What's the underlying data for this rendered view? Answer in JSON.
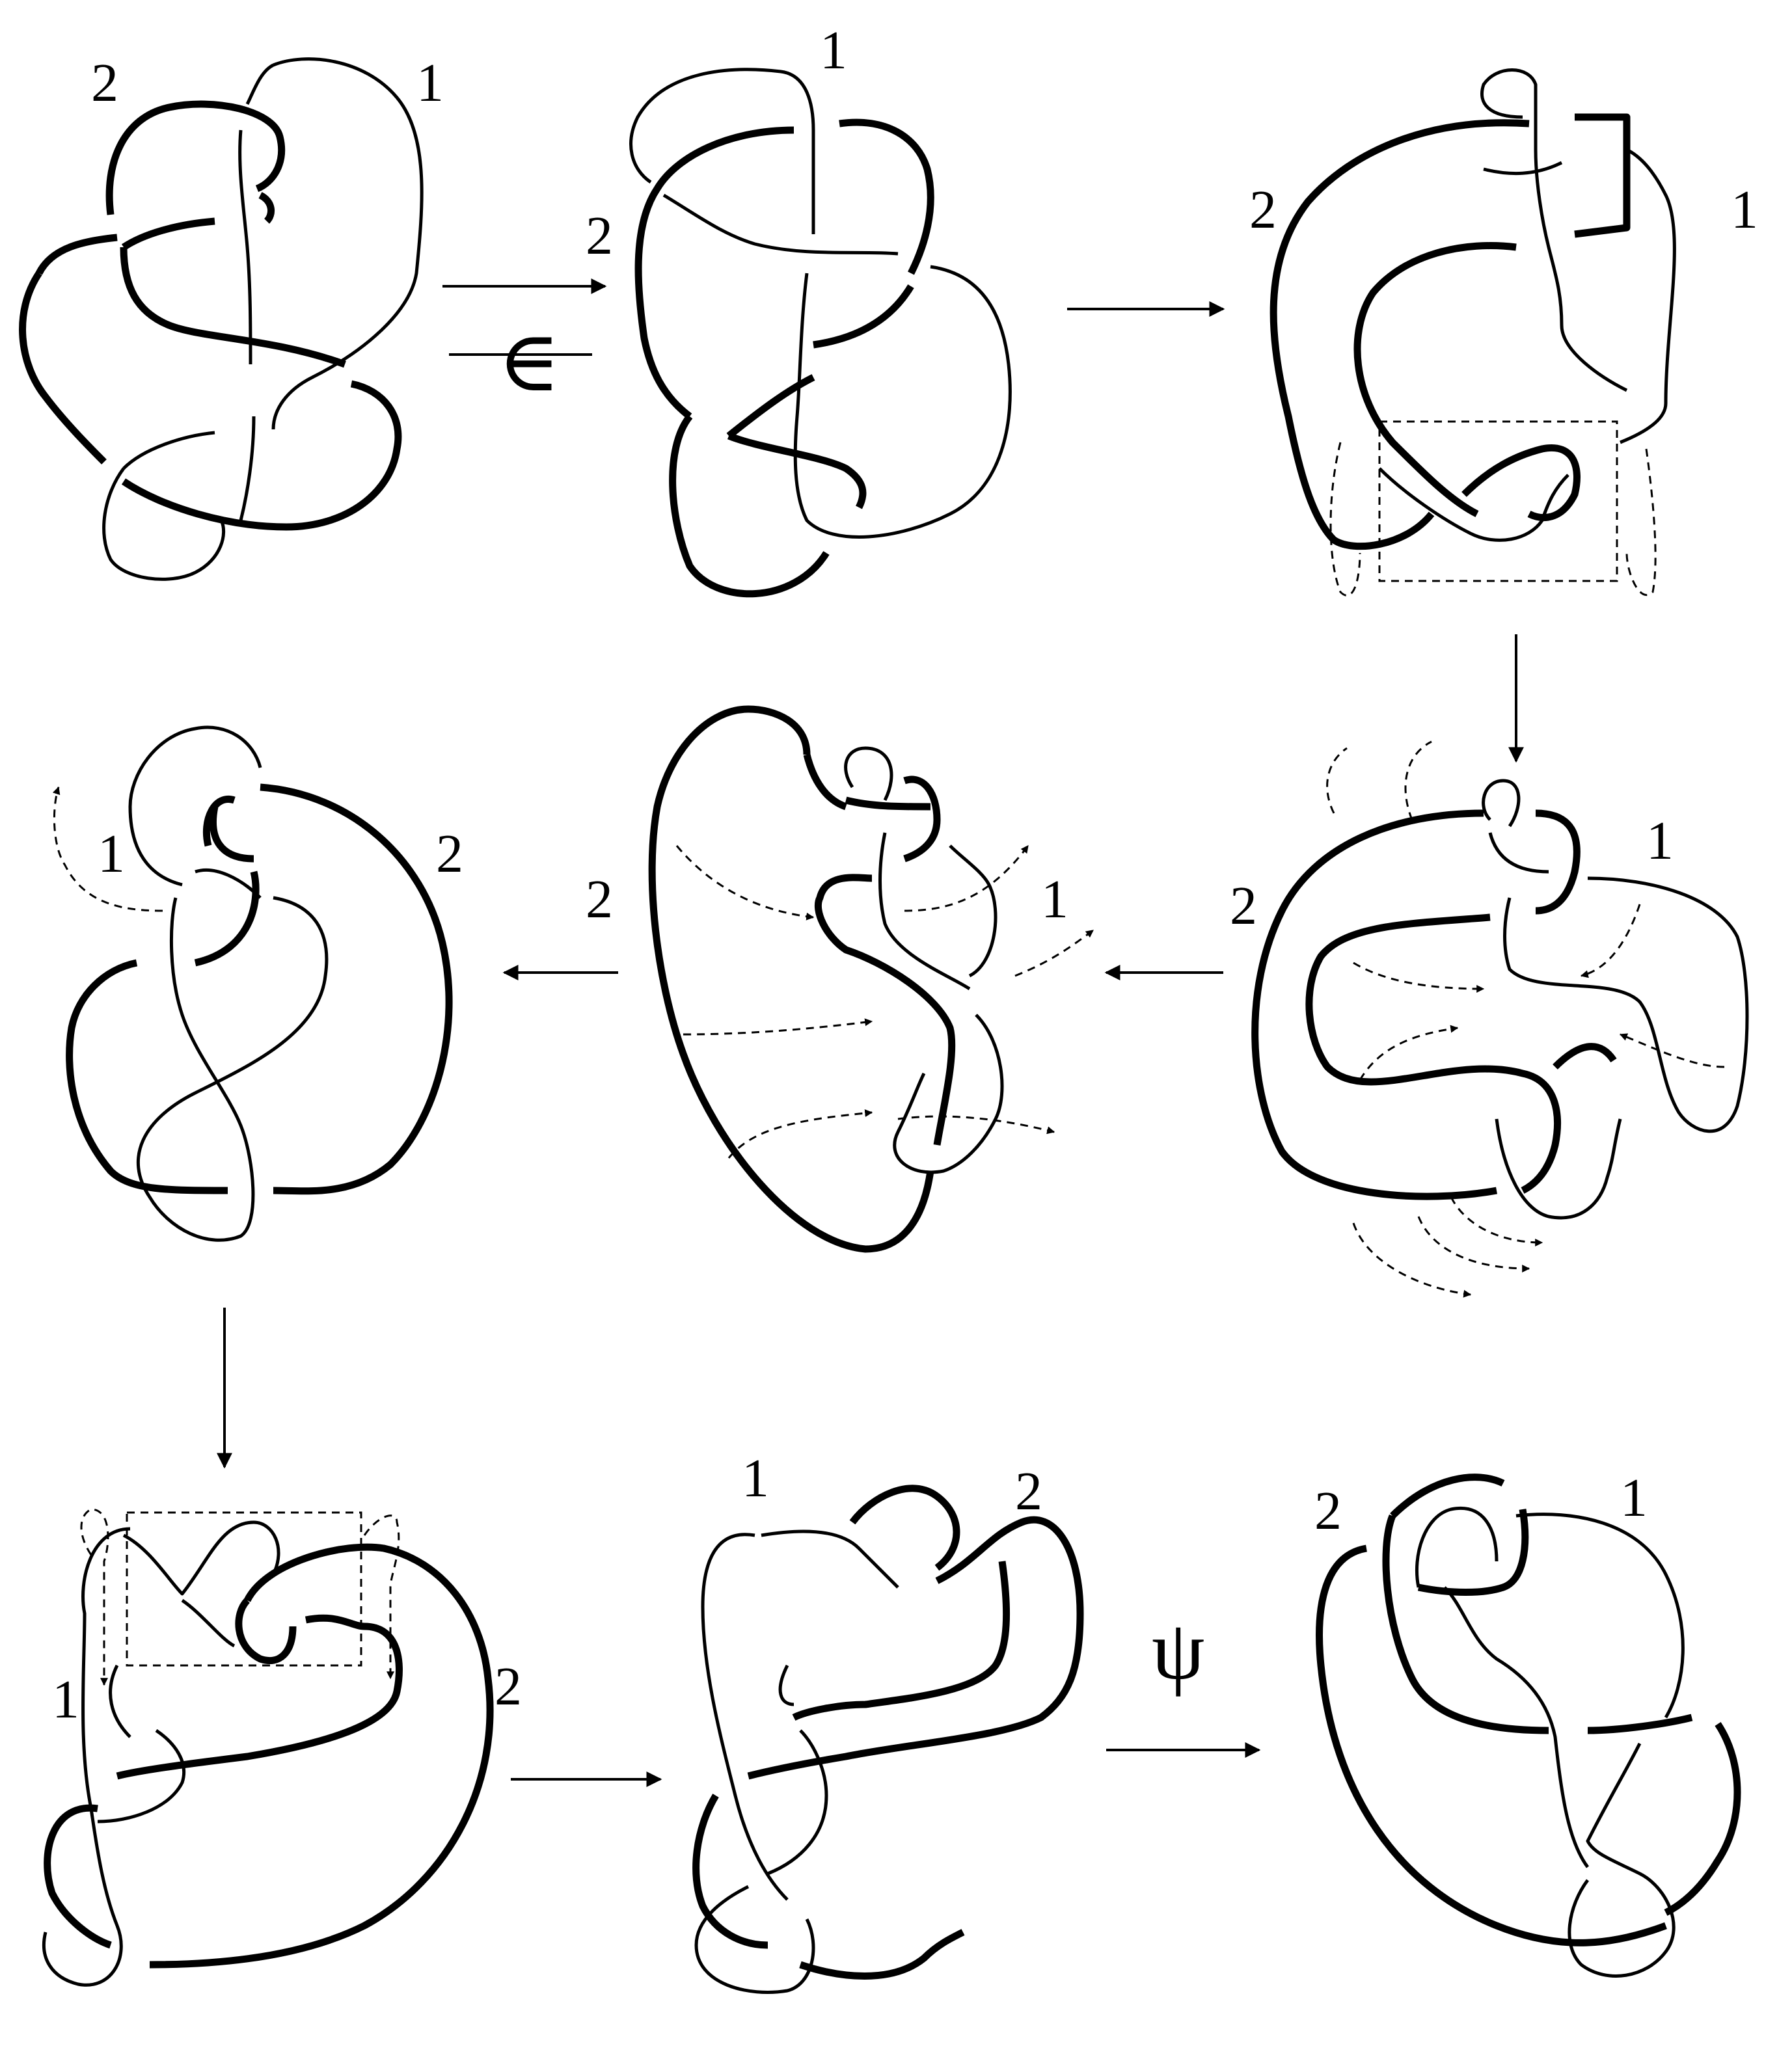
{
  "figure": {
    "panels": [
      {
        "id": "p1",
        "labels": [
          "2",
          "1"
        ]
      },
      {
        "id": "p2",
        "labels": [
          "1",
          "2"
        ]
      },
      {
        "id": "p3",
        "labels": [
          "2",
          "1"
        ]
      },
      {
        "id": "p4",
        "labels": [
          "1",
          "2"
        ]
      },
      {
        "id": "p5",
        "labels": [
          "2",
          "1"
        ]
      },
      {
        "id": "p6",
        "labels": [
          "2",
          "1"
        ]
      },
      {
        "id": "p7",
        "labels": [
          "1",
          "2"
        ]
      },
      {
        "id": "p8",
        "labels": [
          "1",
          "2"
        ]
      },
      {
        "id": "p9",
        "labels": [
          "2",
          "1"
        ]
      }
    ],
    "transitions": [
      {
        "id": "t12",
        "direction": "right",
        "symbol": "∈"
      },
      {
        "id": "t23",
        "direction": "right",
        "symbol": ""
      },
      {
        "id": "t36",
        "direction": "down",
        "symbol": ""
      },
      {
        "id": "t65",
        "direction": "left",
        "symbol": ""
      },
      {
        "id": "t54",
        "direction": "left",
        "symbol": ""
      },
      {
        "id": "t47",
        "direction": "down",
        "symbol": ""
      },
      {
        "id": "t78",
        "direction": "right",
        "symbol": ""
      },
      {
        "id": "t89",
        "direction": "right",
        "symbol": "ψ"
      }
    ]
  }
}
